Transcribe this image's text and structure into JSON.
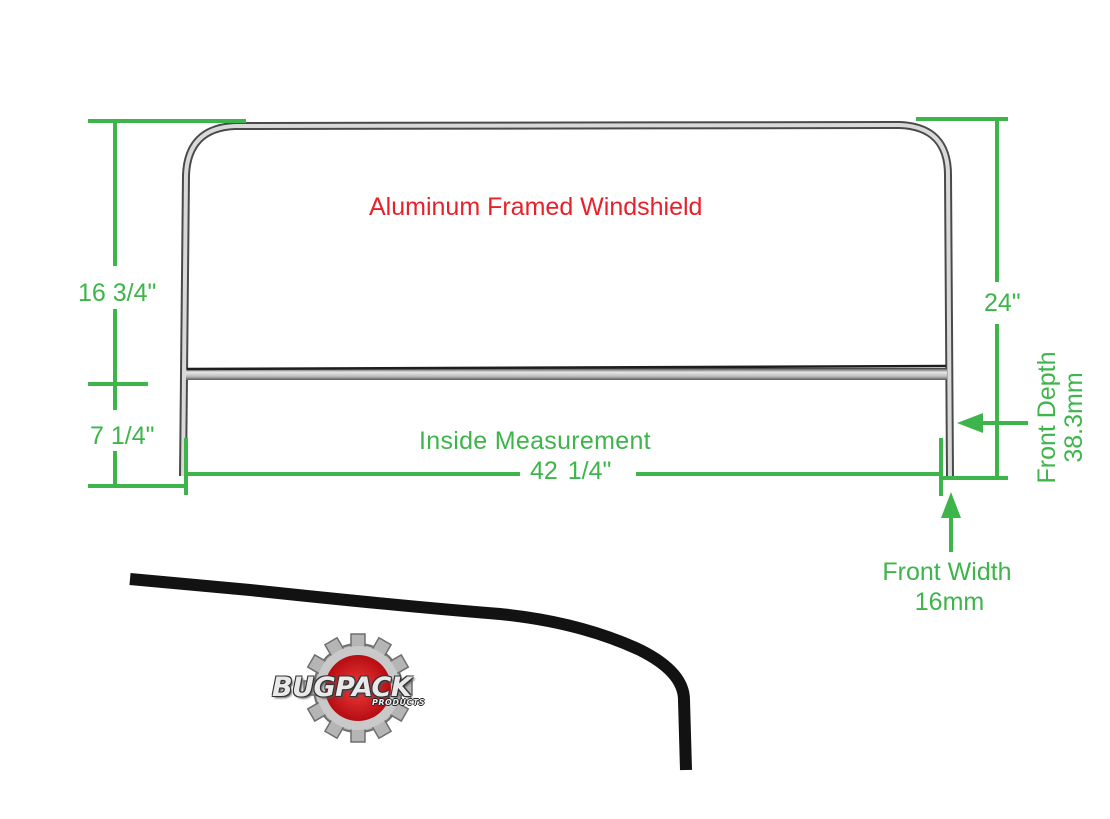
{
  "diagram": {
    "title": "Aluminum Framed Windshield",
    "dimensions": {
      "upper_height": "16 3/4\"",
      "lower_height": "7 1/4\"",
      "total_height": "24\"",
      "inside_label": "Inside Measurement",
      "inside_width": "42  1/4\"",
      "front_width_label": "Front Width",
      "front_width_value": "16mm",
      "front_depth_label": "Front Depth",
      "front_depth_value": "38.3mm"
    },
    "logo": {
      "brand": "BUGPACK",
      "sub": "PRODUCTS"
    },
    "colors": {
      "dimension": "#3db54a",
      "title": "#e8202a",
      "seal": "#111111",
      "frame": "#9a9a9a",
      "logo_red": "#d4141c",
      "logo_gear": "#a8a8a8"
    }
  }
}
